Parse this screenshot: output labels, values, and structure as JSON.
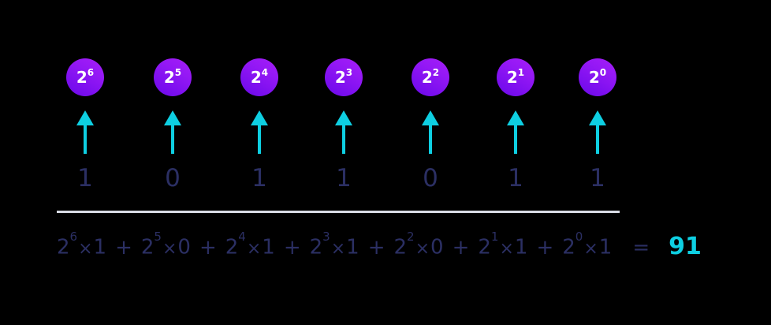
{
  "background_color": "#000000",
  "colors": {
    "badge_gradient_from": "#a61ef7",
    "badge_gradient_to": "#6a0ae9",
    "badge_text": "#ffffff",
    "arrow": "#0ecfe2",
    "digit_text": "#2b2f63",
    "equation_text": "#2b2f63",
    "result_text": "#0ecfe2",
    "divider": "#d9dce6"
  },
  "powers": [
    {
      "base": "2",
      "exponent": "6",
      "label": "2^6",
      "value": 64
    },
    {
      "base": "2",
      "exponent": "5",
      "label": "2^5",
      "value": 32
    },
    {
      "base": "2",
      "exponent": "4",
      "label": "2^4",
      "value": 16
    },
    {
      "base": "2",
      "exponent": "3",
      "label": "2^3",
      "value": 8
    },
    {
      "base": "2",
      "exponent": "2",
      "label": "2^2",
      "value": 4
    },
    {
      "base": "2",
      "exponent": "1",
      "label": "2^1",
      "value": 2
    },
    {
      "base": "2",
      "exponent": "0",
      "label": "2^0",
      "value": 1
    }
  ],
  "arrows": [
    {
      "direction": "up"
    },
    {
      "direction": "up"
    },
    {
      "direction": "up"
    },
    {
      "direction": "up"
    },
    {
      "direction": "up"
    },
    {
      "direction": "up"
    },
    {
      "direction": "up"
    }
  ],
  "binary_digits": [
    "1",
    "0",
    "1",
    "1",
    "0",
    "1",
    "1"
  ],
  "equation": {
    "terms": [
      {
        "base": "2",
        "exponent": "6",
        "times": "×",
        "digit": "1"
      },
      {
        "base": "2",
        "exponent": "5",
        "times": "×",
        "digit": "0"
      },
      {
        "base": "2",
        "exponent": "4",
        "times": "×",
        "digit": "1"
      },
      {
        "base": "2",
        "exponent": "3",
        "times": "×",
        "digit": "1"
      },
      {
        "base": "2",
        "exponent": "2",
        "times": "×",
        "digit": "0"
      },
      {
        "base": "2",
        "exponent": "1",
        "times": "×",
        "digit": "1"
      },
      {
        "base": "2",
        "exponent": "0",
        "times": "×",
        "digit": "1"
      }
    ],
    "plus": "+",
    "equals": "=",
    "result": "91"
  }
}
